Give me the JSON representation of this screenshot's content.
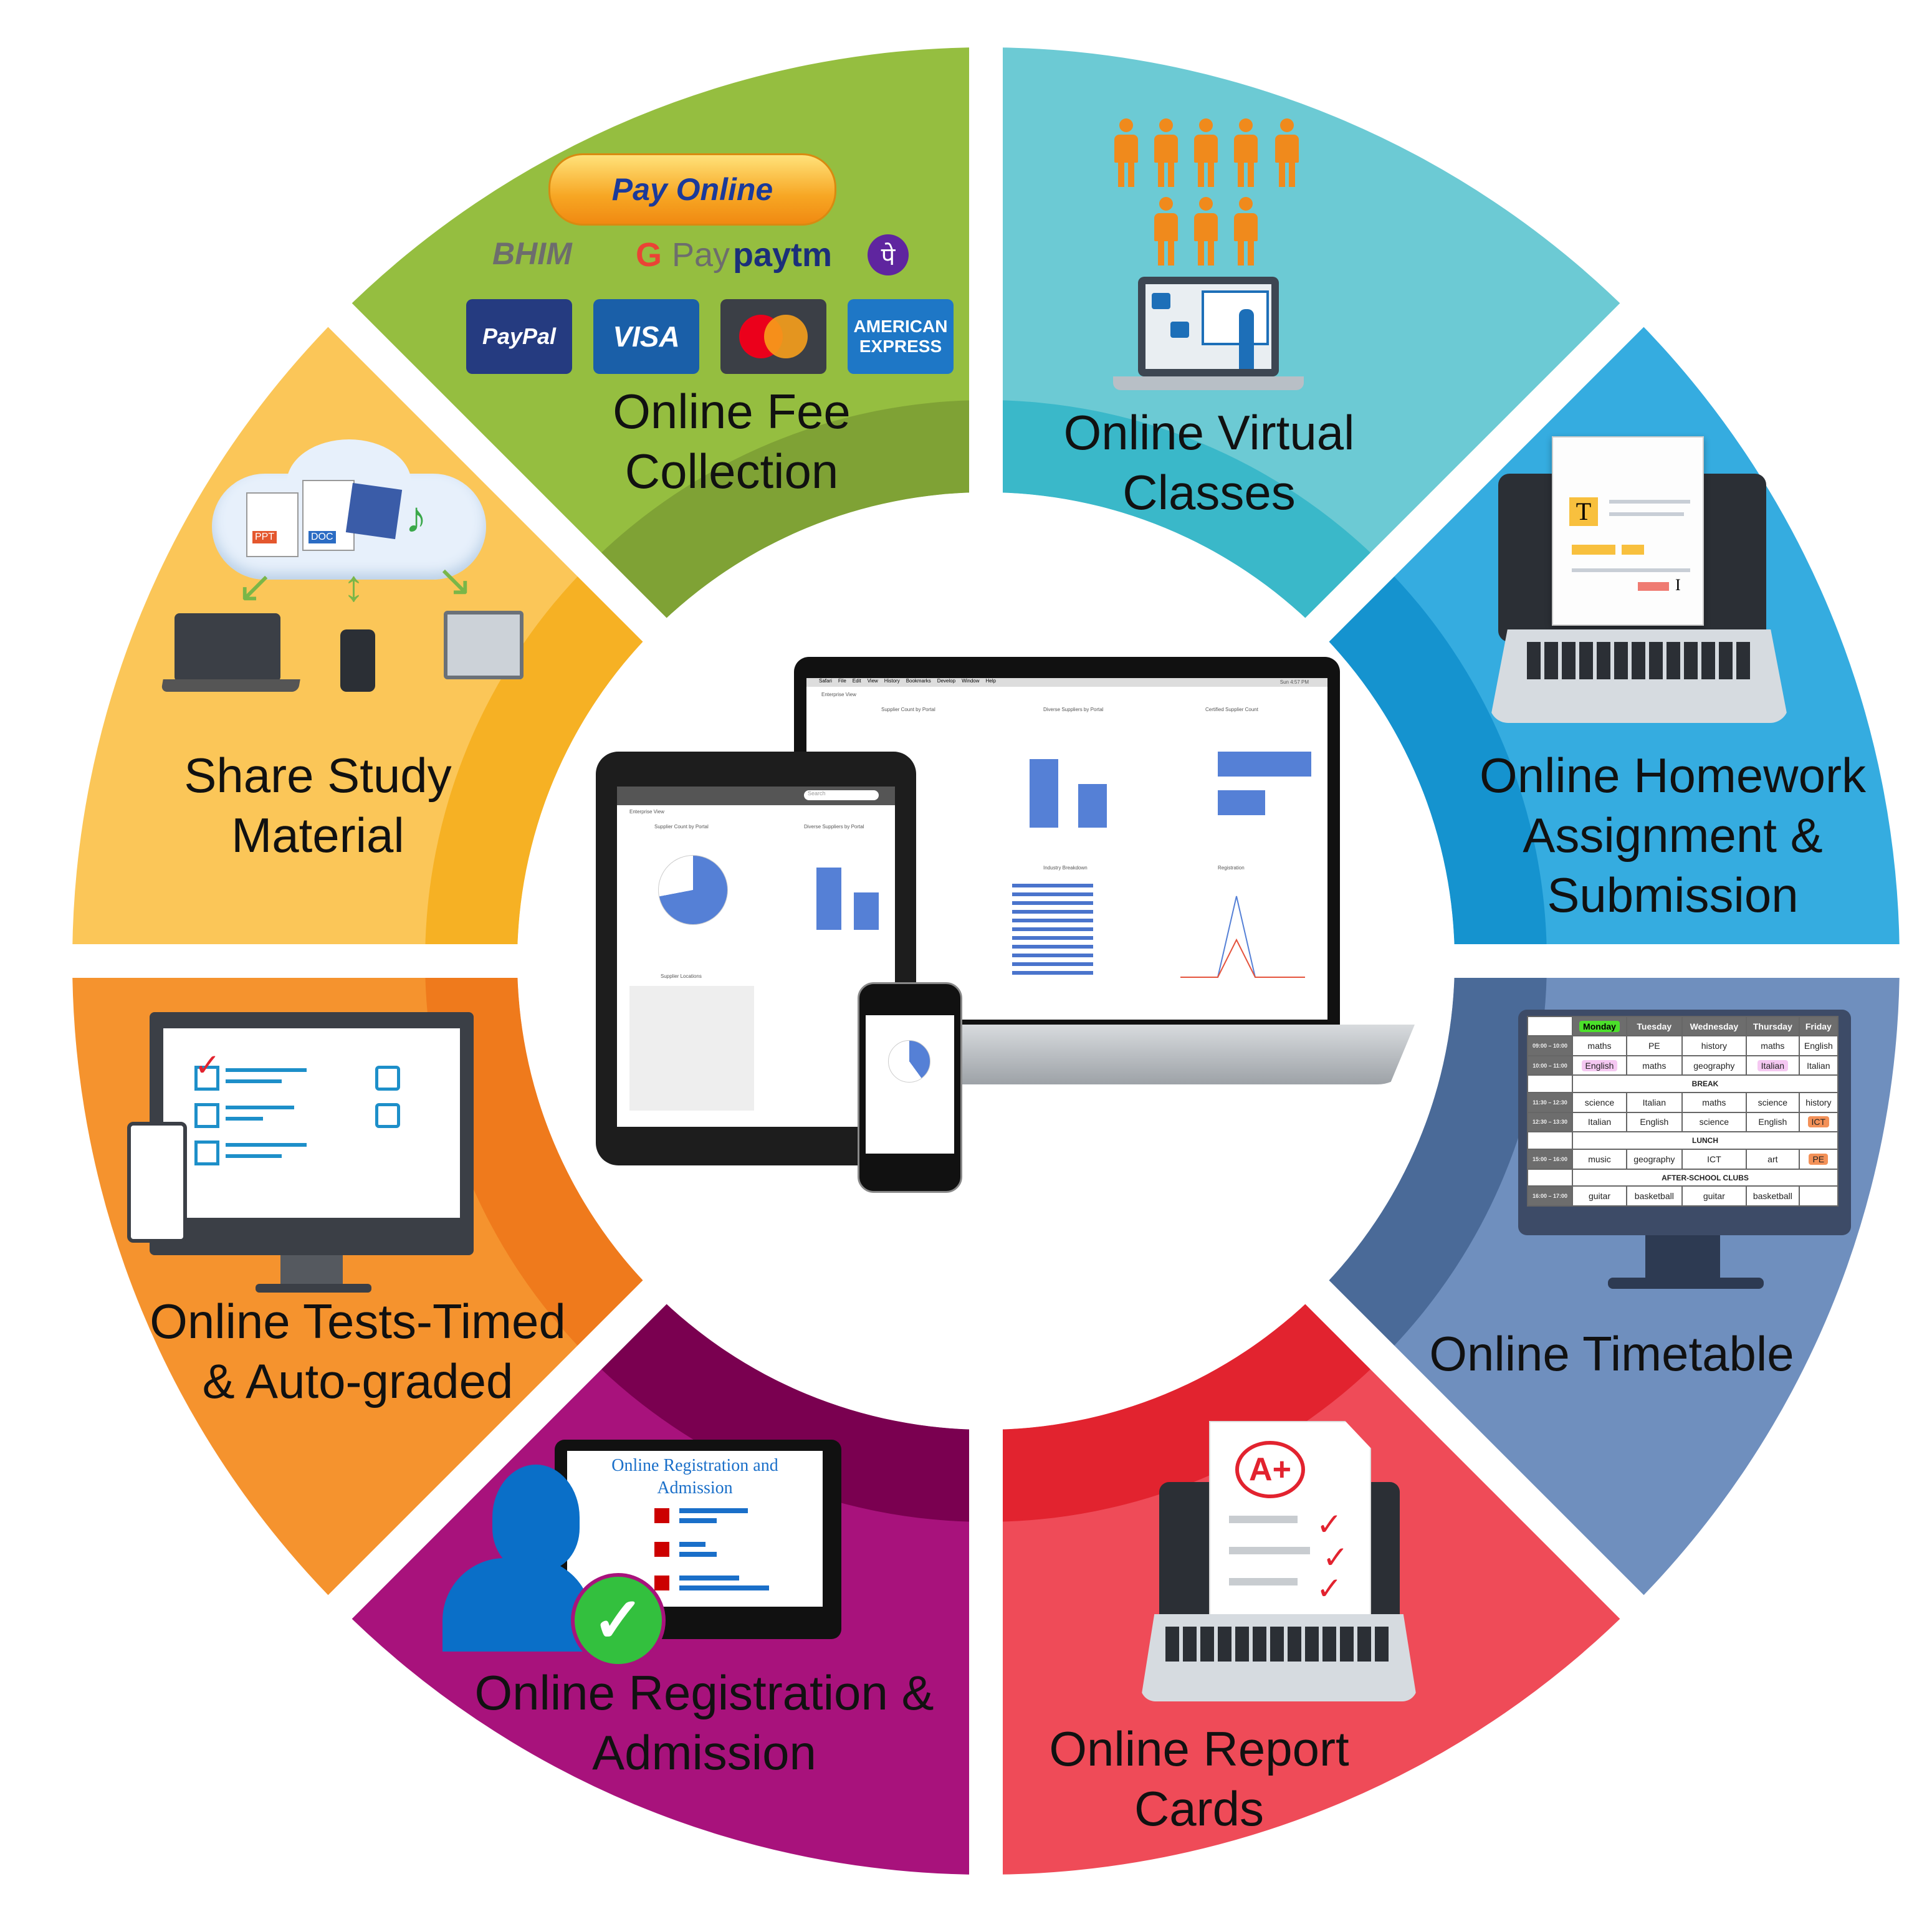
{
  "segments": [
    {
      "id": "virtual",
      "label_lines": [
        "Online Virtual",
        "Classes"
      ],
      "color": "#6ccad4",
      "dark": "#3ab8c9"
    },
    {
      "id": "homework",
      "label_lines": [
        "Online Homework",
        "Assignment &",
        "Submission"
      ],
      "color": "#35ace0",
      "dark": "#1593cf"
    },
    {
      "id": "timetable",
      "label_lines": [
        "Online Timetable"
      ],
      "color": "#6f8fbe",
      "dark": "#4a6a98"
    },
    {
      "id": "report",
      "label_lines": [
        "Online Report",
        "Cards"
      ],
      "color": "#ef4b58",
      "dark": "#e2232f"
    },
    {
      "id": "registration",
      "label_lines": [
        "Online Registration &",
        "Admission"
      ],
      "color": "#a8127c",
      "dark": "#7a0050"
    },
    {
      "id": "tests",
      "label_lines": [
        "Online Tests-Timed",
        "& Auto-graded"
      ],
      "color": "#f5932e",
      "dark": "#ef7a1c"
    },
    {
      "id": "share",
      "label_lines": [
        "Share Study",
        "Material"
      ],
      "color": "#fbc658",
      "dark": "#f6b124"
    },
    {
      "id": "fee",
      "label_lines": [
        "Online Fee",
        "Collection"
      ],
      "color": "#95be40",
      "dark": "#7fa235"
    }
  ],
  "fee": {
    "pay_button": "Pay Online",
    "upi": [
      "BHIM",
      "G",
      "Pay",
      "paytm",
      "पे"
    ],
    "cards": [
      "PayPal",
      "VISA",
      "AMERICAN",
      "EXPRESS"
    ]
  },
  "share": {
    "file_labels": [
      "PPT",
      "DOC"
    ]
  },
  "homework": {
    "doc_letter": "T",
    "cursor": "I"
  },
  "report": {
    "grade": "A+"
  },
  "registration": {
    "screen_title_lines": [
      "Online Registration and",
      "Admission"
    ]
  },
  "timetable": {
    "days": [
      "Monday",
      "Tuesday",
      "Wednesday",
      "Thursday",
      "Friday"
    ],
    "rows": [
      {
        "time": "09:00 – 10:00",
        "cells": [
          "maths",
          "PE",
          "history",
          "maths",
          "English"
        ]
      },
      {
        "time": "10:00 – 11:00",
        "cells": [
          "English",
          "maths",
          "geography",
          "Italian",
          "Italian"
        ]
      },
      {
        "section": "BREAK"
      },
      {
        "time": "11:30 – 12:30",
        "cells": [
          "science",
          "Italian",
          "maths",
          "science",
          "history"
        ]
      },
      {
        "time": "12:30 – 13:30",
        "cells": [
          "Italian",
          "English",
          "science",
          "English",
          "ICT"
        ]
      },
      {
        "section": "LUNCH"
      },
      {
        "time": "15:00 – 16:00",
        "cells": [
          "music",
          "geography",
          "ICT",
          "art",
          "PE"
        ]
      },
      {
        "section": "AFTER-SCHOOL CLUBS"
      },
      {
        "time": "16:00 – 17:00",
        "cells": [
          "guitar",
          "basketball",
          "guitar",
          "basketball",
          ""
        ]
      }
    ]
  },
  "devices": {
    "menu": [
      "Safari",
      "File",
      "Edit",
      "View",
      "History",
      "Bookmarks",
      "Develop",
      "Window",
      "Help"
    ],
    "status": "Sun 4:57 PM",
    "page_title": "Enterprise View",
    "chart_titles": [
      "Supplier Count by Portal",
      "Diverse Suppliers by Portal",
      "Certified Supplier Count",
      "Industry Breakdown",
      "Registration",
      "Supplier Locations"
    ],
    "search_placeholder": "Search"
  }
}
